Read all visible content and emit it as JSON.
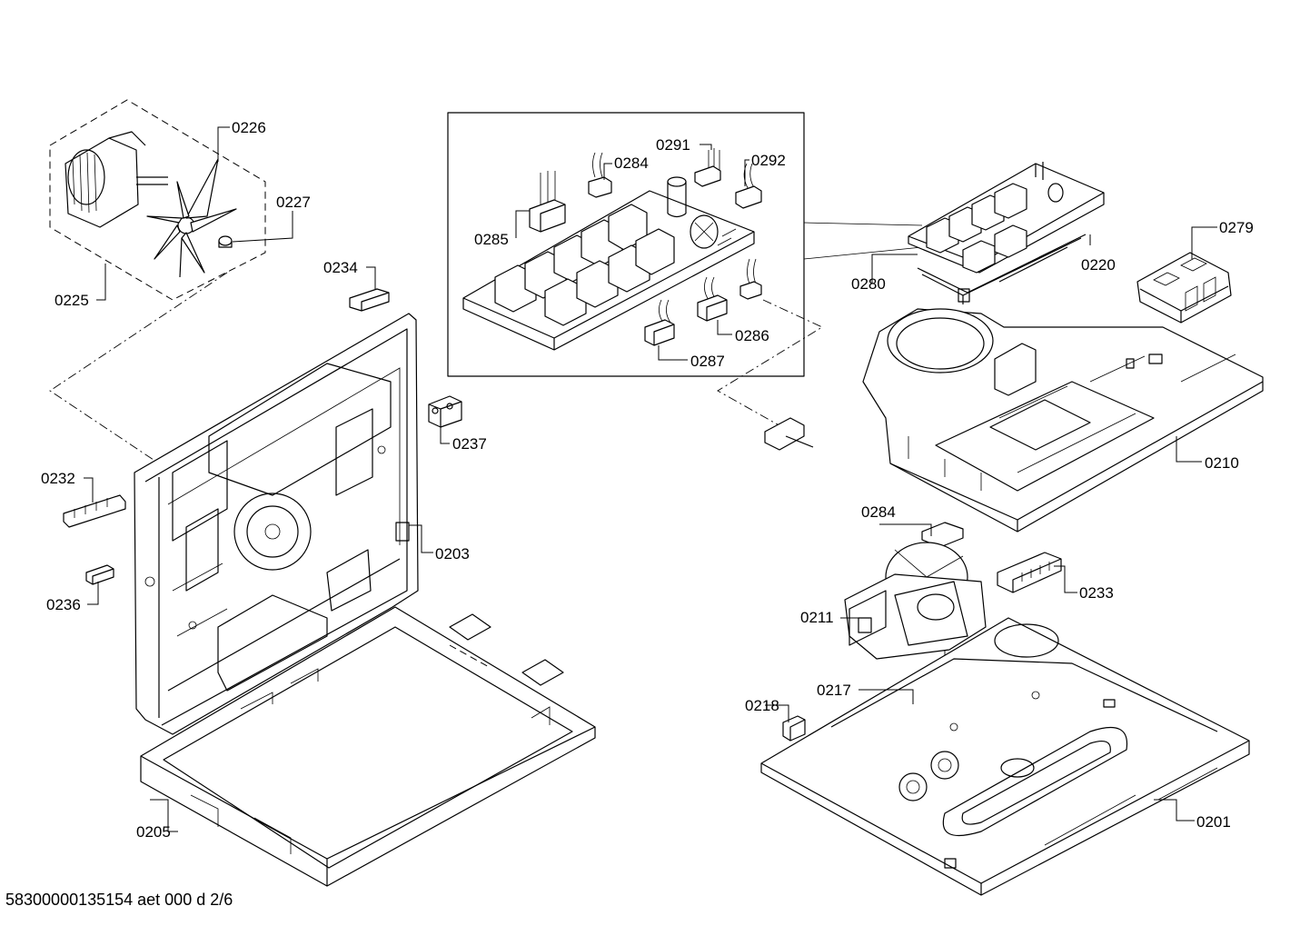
{
  "labels": {
    "l0226": "0226",
    "l0227": "0227",
    "l0225": "0225",
    "l0234": "0234",
    "l0237": "0237",
    "l0232": "0232",
    "l0203": "0203",
    "l0236": "0236",
    "l0205": "0205",
    "l0291": "0291",
    "l0284a": "0284",
    "l0292": "0292",
    "l0285": "0285",
    "l0286": "0286",
    "l0287": "0287",
    "l0280": "0280",
    "l0220": "0220",
    "l0279": "0279",
    "l0210": "0210",
    "l0284b": "0284",
    "l0233": "0233",
    "l0211": "0211",
    "l0217": "0217",
    "l0218": "0218",
    "l0201": "0201"
  },
  "footer": "58300000135154 aet 000 d 2/6"
}
